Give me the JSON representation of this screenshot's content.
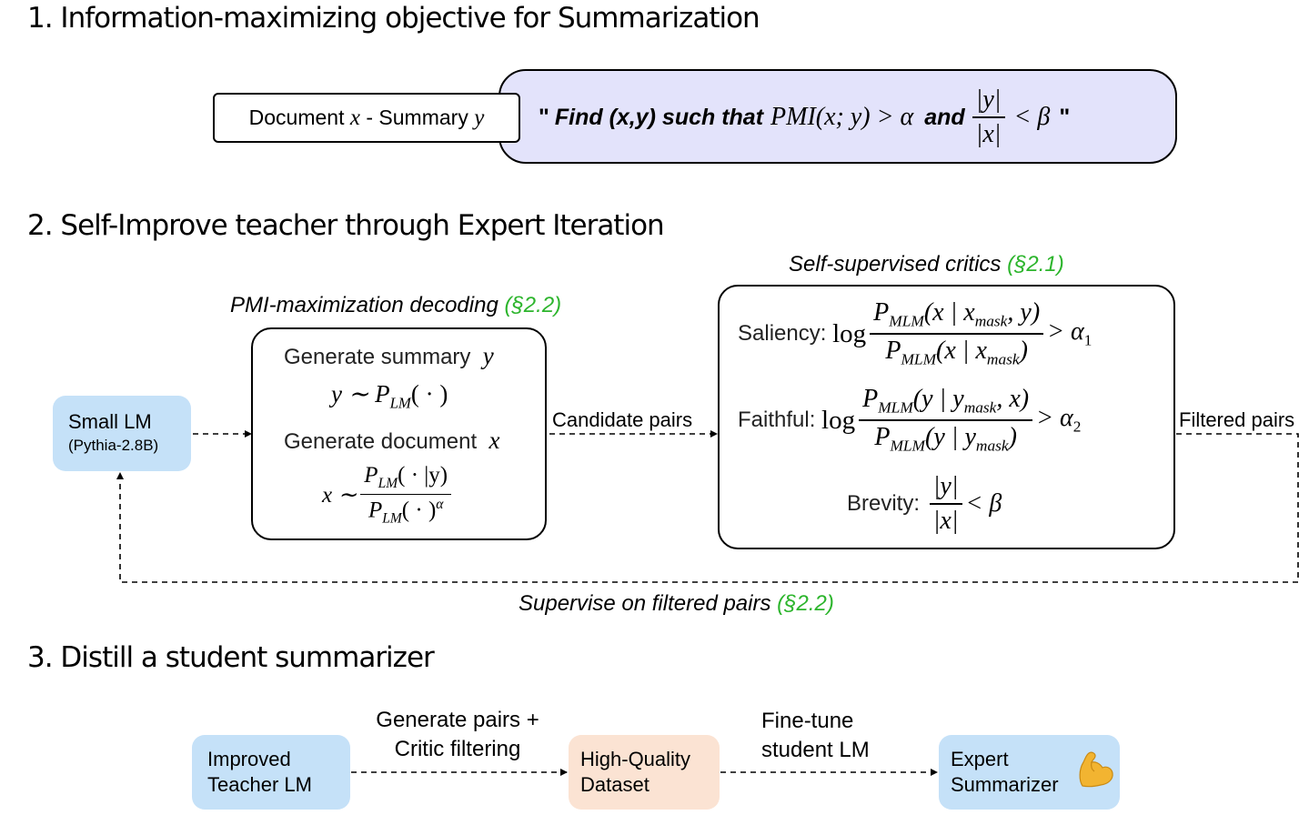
{
  "section1": {
    "title": "1. Information-maximizing objective for Summarization",
    "doc_box": {
      "prefix": "Document ",
      "x": "x",
      "mid": " - Summary ",
      "y": "y"
    },
    "objective": {
      "quote_open": "\"",
      "text": "Find (x,y) such that",
      "pmi": "PMI(x; y) > α",
      "and": "and",
      "num": "|y|",
      "den": "|x|",
      "rel": "< β",
      "quote_close": "\""
    }
  },
  "section2": {
    "title": "2. Self-Improve teacher through Expert Iteration",
    "small_lm": {
      "name": "Small LM",
      "model": "(Pythia-2.8B)"
    },
    "decoding": {
      "title": "PMI-maximization decoding",
      "ref": "(§2.2)",
      "gen_summary": "Generate summary ",
      "y": "y",
      "summary_formula": "y ∼ P",
      "summary_formula_sub": "LM",
      "summary_formula_tail": "( · )",
      "gen_document": "Generate document ",
      "x": "x",
      "doc_lhs": "x ∼",
      "doc_num": "P",
      "doc_num_sub": "LM",
      "doc_num_tail": "( · |y)",
      "doc_den": "P",
      "doc_den_sub": "LM",
      "doc_den_tail": "( · )",
      "doc_den_sup": "α"
    },
    "candidate_pairs": "Candidate pairs",
    "critics": {
      "title": "Self-supervised critics",
      "ref": "(§2.1)",
      "saliency_label": "Saliency: ",
      "saliency_log": "log",
      "saliency_num": "P",
      "saliency_num_sub": "MLM",
      "saliency_num_tail": "(x | x",
      "saliency_num_sub2": "mask",
      "saliency_num_end": ", y)",
      "saliency_den": "P",
      "saliency_den_sub": "MLM",
      "saliency_den_tail": "(x | x",
      "saliency_den_sub2": "mask",
      "saliency_den_end": ")",
      "saliency_rel": "> α",
      "saliency_rel_sub": "1",
      "faithful_label": "Faithful: ",
      "faithful_log": "log",
      "faithful_num": "P",
      "faithful_num_sub": "MLM",
      "faithful_num_tail": "(y | y",
      "faithful_num_sub2": "mask",
      "faithful_num_end": ", x)",
      "faithful_den": "P",
      "faithful_den_sub": "MLM",
      "faithful_den_tail": "(y | y",
      "faithful_den_sub2": "mask",
      "faithful_den_end": ")",
      "faithful_rel": "> α",
      "faithful_rel_sub": "2",
      "brevity_label": "Brevity: ",
      "brevity_num": "|y|",
      "brevity_den": "|x|",
      "brevity_rel": "< β"
    },
    "filtered_pairs": "Filtered pairs",
    "supervise": {
      "text": "Supervise on filtered pairs",
      "ref": "(§2.2)"
    }
  },
  "section3": {
    "title": "3. Distill a student summarizer",
    "teacher": {
      "line1": "Improved",
      "line2": "Teacher LM"
    },
    "step1": {
      "line1": "Generate pairs +",
      "line2": "Critic filtering"
    },
    "dataset": {
      "line1": "High-Quality",
      "line2": "Dataset"
    },
    "step2": {
      "line1": "Fine-tune",
      "line2": "student LM"
    },
    "expert": {
      "line1": "Expert",
      "line2": "Summarizer",
      "emoji": "💪"
    }
  },
  "colors": {
    "blue_box": "#c5e1f8",
    "lavender_box": "#e3e3fb",
    "peach_box": "#fbe3d3",
    "green_ref": "#2db52d",
    "emoji_arm": "#f2b431"
  }
}
